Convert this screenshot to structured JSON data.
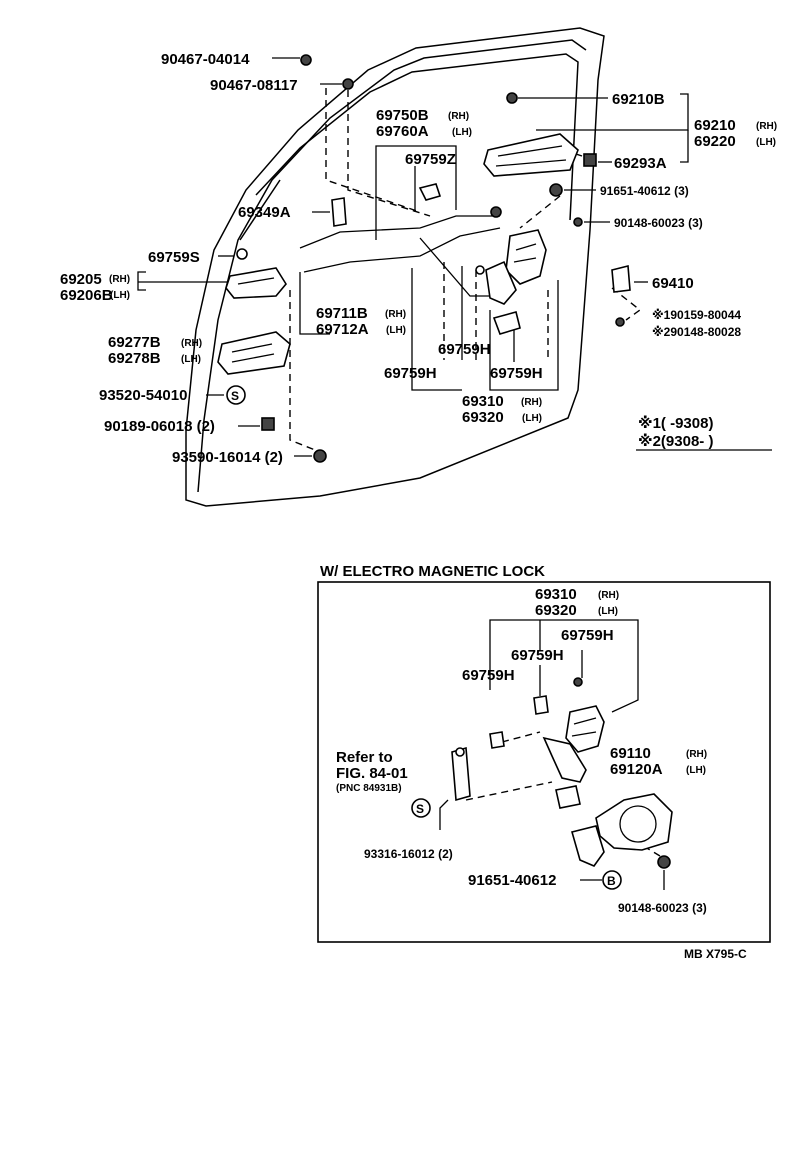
{
  "top_labels": {
    "p90467_04014": "90467-04014",
    "p90467_08117": "90467-08117",
    "p69750B": "69750B",
    "p69760A": "69760A",
    "rh": "(RH)",
    "lh": "(LH)",
    "p69759Z": "69759Z",
    "p69349A": "69349A",
    "p69759S": "69759S",
    "p69205": "69205",
    "p69206B": "69206B",
    "p69277B": "69277B",
    "p69278B": "69278B",
    "p93520_54010": "93520-54010",
    "p90189_06018": "90189-06018 (2)",
    "p93590_16014": "93590-16014 (2)",
    "p69210B": "69210B",
    "p69210": "69210",
    "p69220": "69220",
    "p69293A": "69293A",
    "p91651_40612": "91651-40612 (3)",
    "p90148_60023": "90148-60023 (3)",
    "p69711B": "69711B",
    "p69712A": "69712A",
    "p69410": "69410",
    "p190159_80044": "※190159-80044",
    "p290148_80028": "※290148-80028",
    "p69759H": "69759H",
    "p69310": "69310",
    "p69320": "69320",
    "note1": "※1(      -9308)",
    "note2": "※2(9308-       )"
  },
  "inset": {
    "title": "W/ ELECTRO MAGNETIC LOCK",
    "p69310": "69310",
    "p69320": "69320",
    "p69759H": "69759H",
    "refer_1": "Refer to",
    "refer_2": "FIG. 84-01",
    "refer_3": "(PNC 84931B)",
    "p69110": "69110",
    "p69120A": "69120A",
    "p93316_16012": "93316-16012 (2)",
    "p91651_40612": "91651-40612",
    "p90148_60023": "90148-60023 (3)",
    "s_mark": "S",
    "b_mark": "B"
  },
  "footer": {
    "code": "MB X795-C"
  },
  "s_mark": "S"
}
